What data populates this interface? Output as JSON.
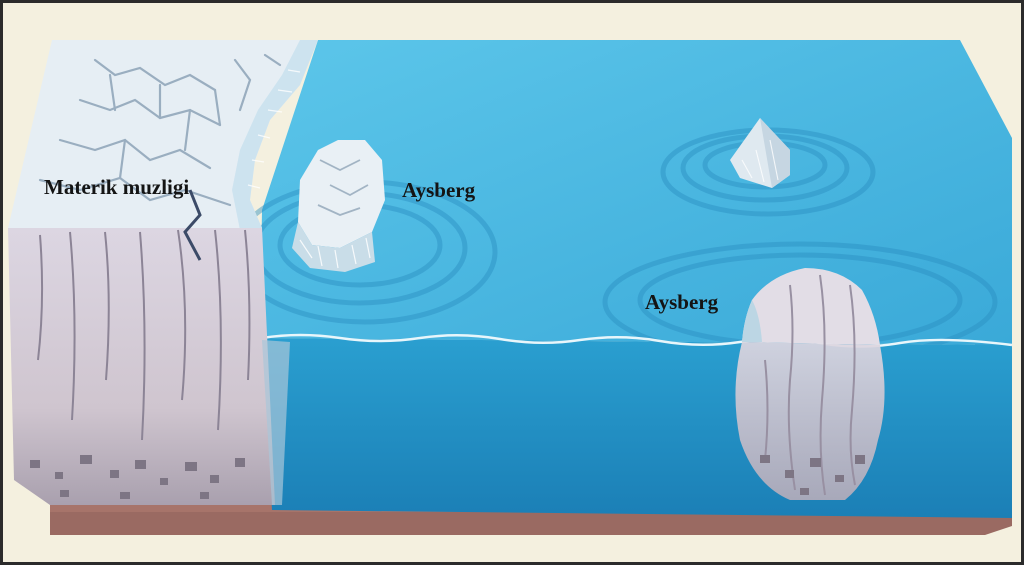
{
  "labels": {
    "glacier": "Materik muzligi",
    "iceberg_left": "Aysberg",
    "iceberg_right": "Aysberg"
  },
  "colors": {
    "background": "#f4f0df",
    "frame": "#2b2b2b",
    "sea_surface": "#45b8e0",
    "sea_cross_section": "#1e8fc4",
    "ground": "#9a6a62",
    "ice_top": "#e6eef4",
    "ice_face": "#d8d0d8"
  }
}
